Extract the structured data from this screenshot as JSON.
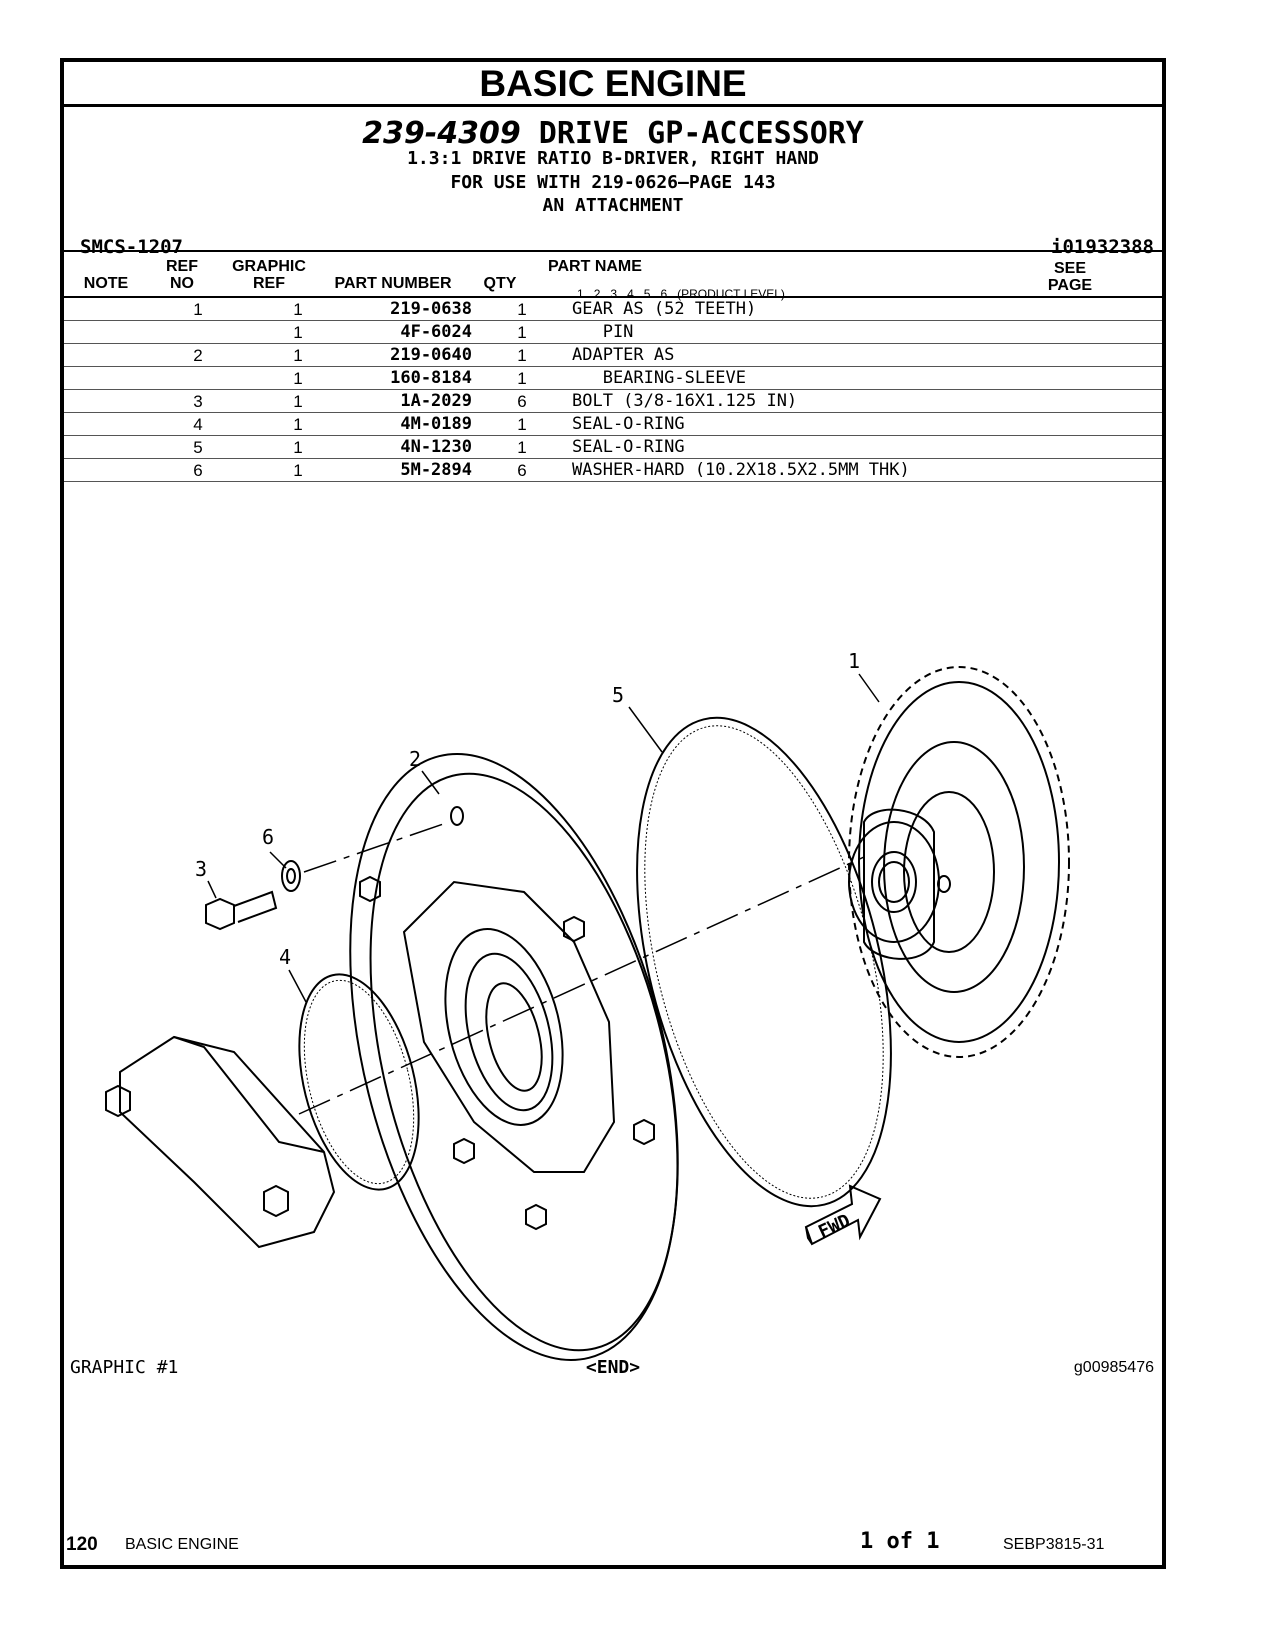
{
  "header": {
    "section": "BASIC ENGINE",
    "part_number": "239-4309",
    "part_title": "DRIVE GP-ACCESSORY",
    "subtitle_1": "1.3:1 DRIVE RATIO B-DRIVER, RIGHT HAND",
    "subtitle_2": "FOR USE WITH 219-0626—PAGE 143",
    "subtitle_3": "AN ATTACHMENT",
    "smcs": "SMCS-1207",
    "ident": "i01932388"
  },
  "columns": {
    "note": "NOTE",
    "ref_1": "REF",
    "ref_2": "NO",
    "graphic_1": "GRAPHIC",
    "graphic_2": "REF",
    "part_number": "PART NUMBER",
    "qty": "QTY",
    "part_name": "PART NAME",
    "levels": [
      "1",
      "2",
      "3",
      "4",
      "5",
      "6"
    ],
    "levels_label": "(PRODUCT LEVEL)",
    "see_1": "SEE",
    "see_2": "PAGE"
  },
  "rows": [
    {
      "note": "",
      "ref": "1",
      "gref": "1",
      "pn": "219-0638",
      "qty": "1",
      "name": "GEAR AS (52 TEETH)",
      "see": ""
    },
    {
      "note": "",
      "ref": "",
      "gref": "1",
      "pn": "4F-6024",
      "qty": "1",
      "name": "   PIN",
      "see": ""
    },
    {
      "note": "",
      "ref": "2",
      "gref": "1",
      "pn": "219-0640",
      "qty": "1",
      "name": "ADAPTER AS",
      "see": ""
    },
    {
      "note": "",
      "ref": "",
      "gref": "1",
      "pn": "160-8184",
      "qty": "1",
      "name": "   BEARING-SLEEVE",
      "see": ""
    },
    {
      "note": "",
      "ref": "3",
      "gref": "1",
      "pn": "1A-2029",
      "qty": "6",
      "name": "BOLT (3/8-16X1.125 IN)",
      "see": ""
    },
    {
      "note": "",
      "ref": "4",
      "gref": "1",
      "pn": "4M-0189",
      "qty": "1",
      "name": "SEAL-O-RING",
      "see": ""
    },
    {
      "note": "",
      "ref": "5",
      "gref": "1",
      "pn": "4N-1230",
      "qty": "1",
      "name": "SEAL-O-RING",
      "see": ""
    },
    {
      "note": "",
      "ref": "6",
      "gref": "1",
      "pn": "5M-2894",
      "qty": "6",
      "name": "WASHER-HARD (10.2X18.5X2.5MM THK)",
      "see": ""
    }
  ],
  "drawing": {
    "callouts": [
      "1",
      "2",
      "3",
      "4",
      "5",
      "6"
    ],
    "fwd_label": "FWD"
  },
  "graphic_label": "GRAPHIC #1",
  "end_label": "<END>",
  "graphic_number": "g00985476",
  "footer": {
    "page": "120",
    "section": "BASIC ENGINE",
    "page_of": "1 of 1",
    "doc": "SEBP3815-31"
  }
}
